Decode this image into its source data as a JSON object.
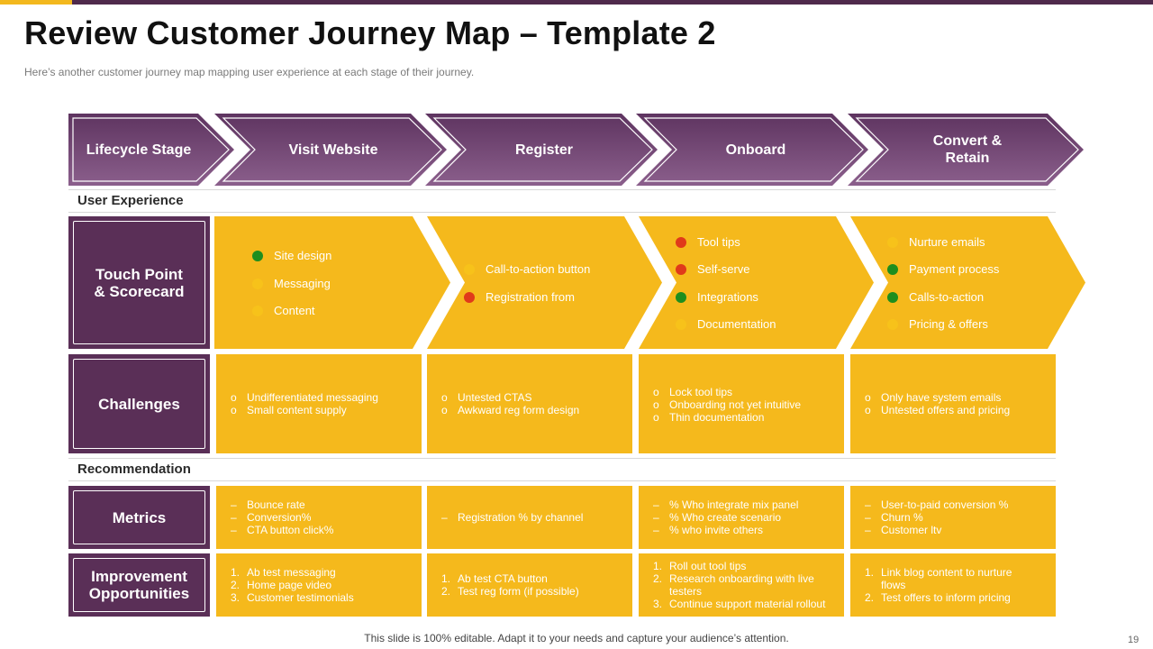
{
  "header": {
    "title": "Review Customer Journey Map – Template 2",
    "subtitle": "Here’s another customer journey map mapping user experience at each stage of their journey."
  },
  "colors": {
    "purple": "#5a2f57",
    "chevron_top": "#5e3460",
    "chevron_bottom": "#8b5f8c",
    "gold": "#f5b91c",
    "dot_green": "#1e8e1e",
    "dot_red": "#e03a1a",
    "dot_yellow": "#f7c21a"
  },
  "stages": {
    "lifecycle": "Lifecycle Stage",
    "s1": "Visit Website",
    "s2": "Register",
    "s3": "Onboard",
    "s4_line1": "Convert &",
    "s4_line2": "Retain"
  },
  "sections": {
    "user_experience": "User Experience",
    "recommendation": "Recommendation"
  },
  "rows": {
    "touch_line1": "Touch Point",
    "touch_line2": "& Scorecard",
    "challenges": "Challenges",
    "metrics": "Metrics",
    "improve_line1": "Improvement",
    "improve_line2": "Opportunities"
  },
  "touchpoints": {
    "s1": [
      {
        "label": "Site design",
        "status": "green"
      },
      {
        "label": "Messaging",
        "status": "yellow"
      },
      {
        "label": "Content",
        "status": "yellow"
      }
    ],
    "s2": [
      {
        "label": "Call-to-action  button",
        "status": "yellow"
      },
      {
        "label": "Registration from",
        "status": "red"
      }
    ],
    "s3": [
      {
        "label": "Tool tips",
        "status": "red"
      },
      {
        "label": "Self-serve",
        "status": "red"
      },
      {
        "label": "Integrations",
        "status": "green"
      },
      {
        "label": "Documentation",
        "status": "yellow"
      }
    ],
    "s4": [
      {
        "label": "Nurture  emails",
        "status": "yellow"
      },
      {
        "label": "Payment process",
        "status": "green"
      },
      {
        "label": "Calls-to-action",
        "status": "green"
      },
      {
        "label": "Pricing & offers",
        "status": "yellow"
      }
    ]
  },
  "challenges": {
    "bullet": "o",
    "s1": [
      "Undifferentiated messaging",
      "Small content supply"
    ],
    "s2": [
      "Untested CTAS",
      "Awkward reg form design"
    ],
    "s3": [
      "Lock tool tips",
      "Onboarding not yet intuitive",
      "Thin documentation"
    ],
    "s4": [
      "Only have system emails",
      "Untested offers and pricing"
    ]
  },
  "metrics": {
    "bullet": "–",
    "s1": [
      "Bounce rate",
      "Conversion%",
      "CTA button click%"
    ],
    "s2": [
      "Registration % by channel"
    ],
    "s3": [
      "% Who integrate mix panel",
      "% Who create scenario",
      "% who invite others"
    ],
    "s4": [
      "User-to-paid conversion %",
      "Churn %",
      "Customer ltv"
    ]
  },
  "improvements": {
    "s1": [
      {
        "n": "1.",
        "lines": [
          "Ab test messaging"
        ]
      },
      {
        "n": "2.",
        "lines": [
          "Home page video"
        ]
      },
      {
        "n": "3.",
        "lines": [
          "Customer testimonials"
        ]
      }
    ],
    "s2": [
      {
        "n": "1.",
        "lines": [
          "Ab test CTA button"
        ]
      },
      {
        "n": "2.",
        "lines": [
          "Test reg form (if possible)"
        ]
      }
    ],
    "s3": [
      {
        "n": "1.",
        "lines": [
          "Roll out tool tips"
        ]
      },
      {
        "n": "2.",
        "lines": [
          "Research onboarding with live",
          "testers"
        ]
      },
      {
        "n": "3.",
        "lines": [
          "Continue support material rollout"
        ]
      }
    ],
    "s4": [
      {
        "n": "1.",
        "lines": [
          "Link blog content to nurture",
          "flows"
        ]
      },
      {
        "n": "2.",
        "lines": [
          "Test offers to inform pricing"
        ]
      }
    ]
  },
  "footer": {
    "note": "This slide is 100% editable. Adapt it to your needs and capture your audience’s attention.",
    "page": "19"
  }
}
